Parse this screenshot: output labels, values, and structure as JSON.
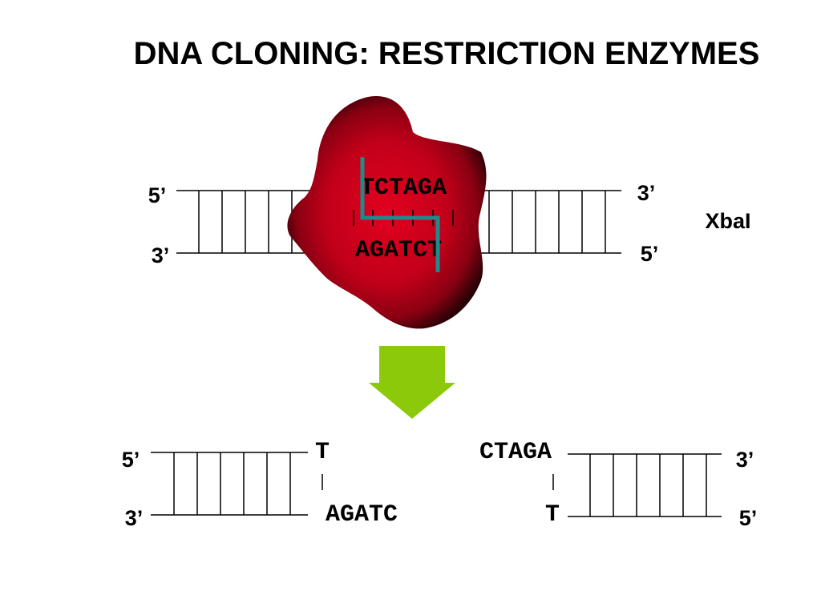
{
  "title": "DNA CLONING: RESTRICTION ENZYMES",
  "enzyme_name": "XbaI",
  "colors": {
    "enzyme_fill": "#c0001a",
    "enzyme_edge": "#300008",
    "cut_line": "#1f8a8a",
    "arrow": "#8cc90a",
    "strand": "#000000"
  },
  "intact_dna": {
    "top_strand": {
      "left_end": "5’",
      "right_end": "3’",
      "sequence": "TCTAGA"
    },
    "bottom_strand": {
      "left_end": "3’",
      "right_end": "5’",
      "sequence": "AGATCT"
    }
  },
  "arrow_icon": "down-arrow-icon",
  "fragments": {
    "left": {
      "top_end": "5’",
      "bottom_end": "3’",
      "top_overhang": "T",
      "bottom_overhang": "AGATC"
    },
    "right": {
      "top_end": "3’",
      "bottom_end": "5’",
      "top_overhang": "CTAGA",
      "bottom_overhang": "T"
    }
  }
}
